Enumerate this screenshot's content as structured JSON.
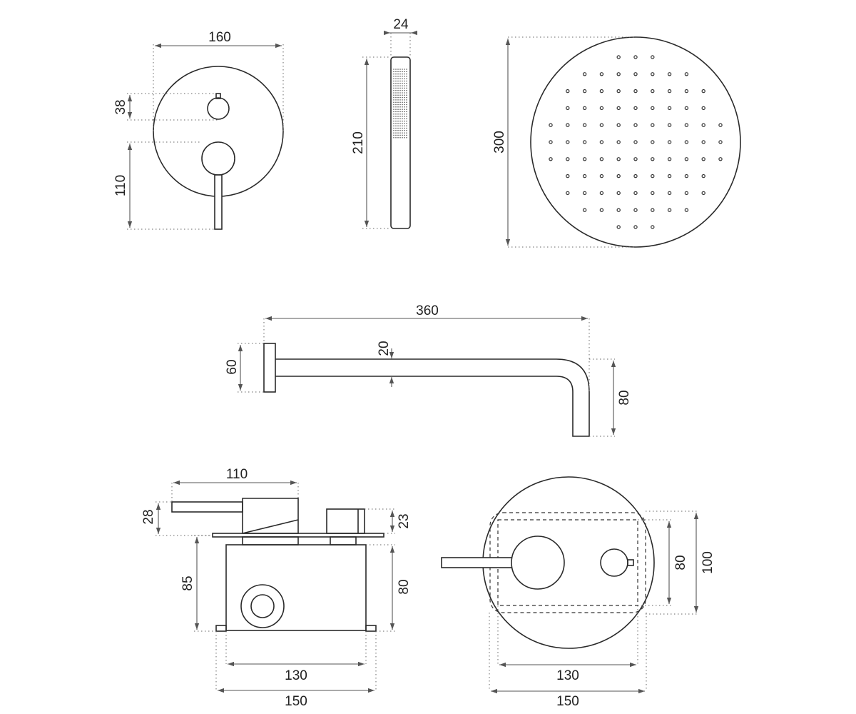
{
  "dimensions": {
    "mixer_width": "160",
    "knob_diameter": "38",
    "knob_to_lever": "110",
    "handshower_width": "24",
    "handshower_length": "210",
    "head_diameter": "300",
    "arm_length": "360",
    "arm_tube": "20",
    "flange_height": "60",
    "arm_drop": "80",
    "side_projection": "110",
    "side_lever": "28",
    "side_knob": "23",
    "box_depth_total": "85",
    "box_depth": "80",
    "box_inner_width": "130",
    "box_outer_width": "150",
    "front_inner_height": "80",
    "front_outer_height": "100",
    "front_inner_width": "130",
    "front_outer_width": "150"
  },
  "colors": {
    "line": "#2a2a2a",
    "dimension": "#555555"
  }
}
